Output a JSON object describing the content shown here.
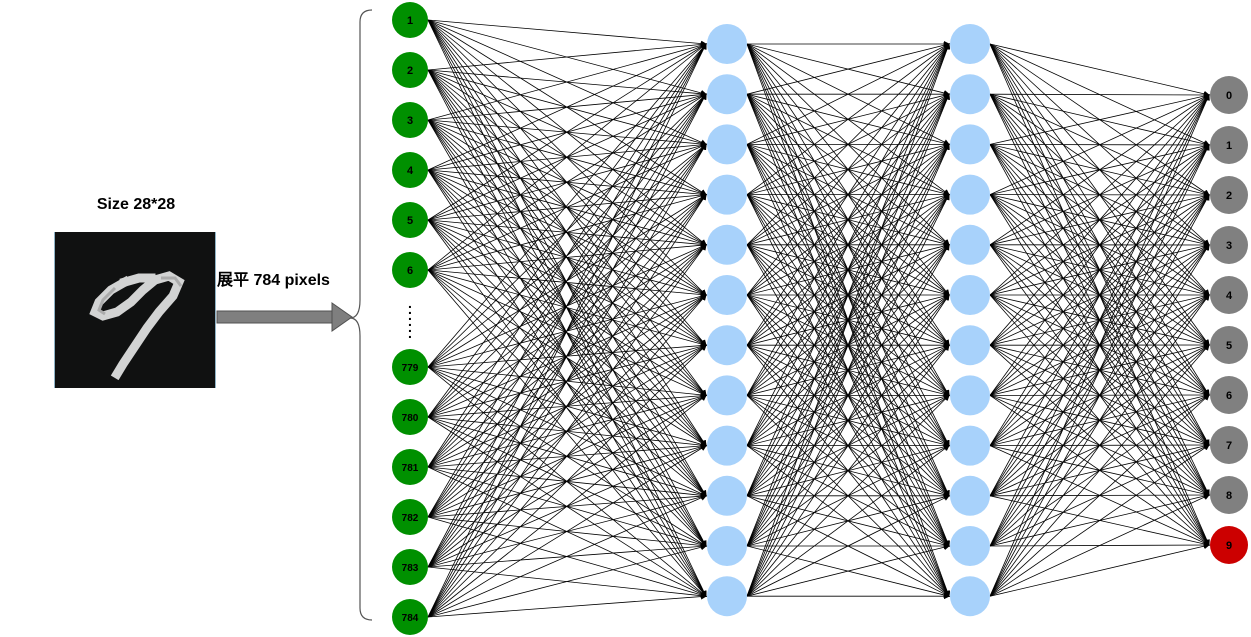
{
  "image_label": "Size 28*28",
  "flatten_label": "展平 784 pixels",
  "ellipsis": "......",
  "input_layer": {
    "node_labels": [
      "1",
      "2",
      "3",
      "4",
      "5",
      "6",
      "779",
      "780",
      "781",
      "782",
      "783",
      "784"
    ],
    "color": "#009000"
  },
  "hidden_layers": [
    {
      "node_count": 12,
      "color": "#a8d2fb"
    },
    {
      "node_count": 12,
      "color": "#a8d2fb"
    }
  ],
  "output_layer": {
    "node_labels": [
      "0",
      "1",
      "2",
      "3",
      "4",
      "5",
      "6",
      "7",
      "8",
      "9"
    ],
    "color": "#808080",
    "highlight_color": "#cc0000",
    "highlighted_label": "9"
  },
  "digit_image": {
    "depicts": "9",
    "background": "#101111",
    "stroke": "#ffffff"
  }
}
